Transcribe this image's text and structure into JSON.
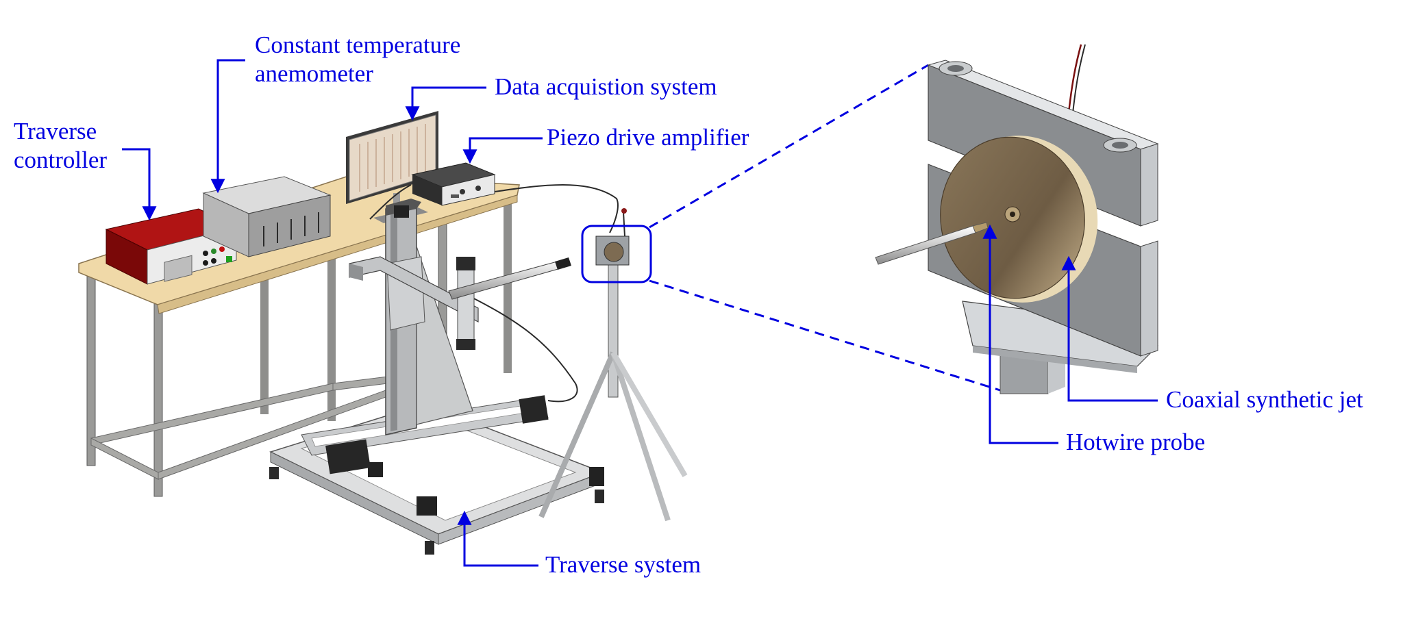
{
  "labels": {
    "traverse_controller": [
      "Traverse",
      "controller"
    ],
    "cta": [
      "Constant temperature",
      "anemometer"
    ],
    "daq": "Data acquistion system",
    "piezo": "Piezo drive amplifier",
    "traverse_system": "Traverse system",
    "coaxial_jet": "Coaxial synthetic jet",
    "hotwire": "Hotwire probe"
  },
  "colors": {
    "annotation": "#0000e0",
    "table_top": "#f0d9a8",
    "table_frame": "#9a9a98",
    "controller_red": "#8e0a0a",
    "device_grey": "#cfcfcf",
    "amplifier_dark": "#3a3a3a",
    "traverse_alu": "#c4c6c8",
    "jet_disc": "#7d6b52",
    "mount_grey": "#9ea2a6"
  }
}
